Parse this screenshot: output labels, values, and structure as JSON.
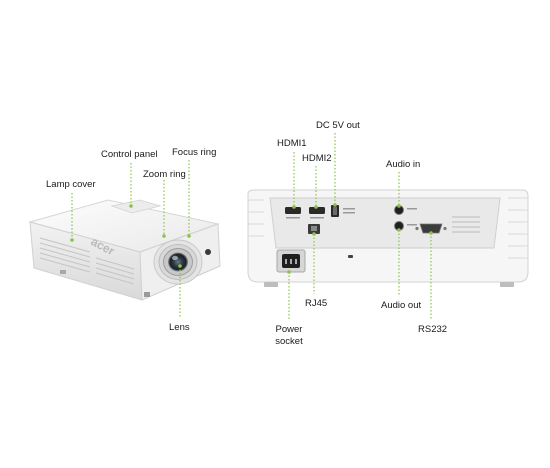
{
  "labels": {
    "lamp_cover": "Lamp cover",
    "control_panel": "Control panel",
    "focus_ring": "Focus ring",
    "zoom_ring": "Zoom ring",
    "lens": "Lens",
    "hdmi1": "HDMI1",
    "hdmi2": "HDMI2",
    "dc_5v_out": "DC 5V out",
    "audio_in": "Audio in",
    "audio_out": "Audio out",
    "rj45": "RJ45",
    "rs232": "RS232",
    "power_socket_line1": "Power",
    "power_socket_line2": "socket"
  },
  "brand": {
    "logo_text": "acer"
  },
  "colors": {
    "callout": "#8bc34a",
    "body": "#f4f4f4",
    "outline": "#cfcfcf",
    "port": "#2a2a2a"
  }
}
